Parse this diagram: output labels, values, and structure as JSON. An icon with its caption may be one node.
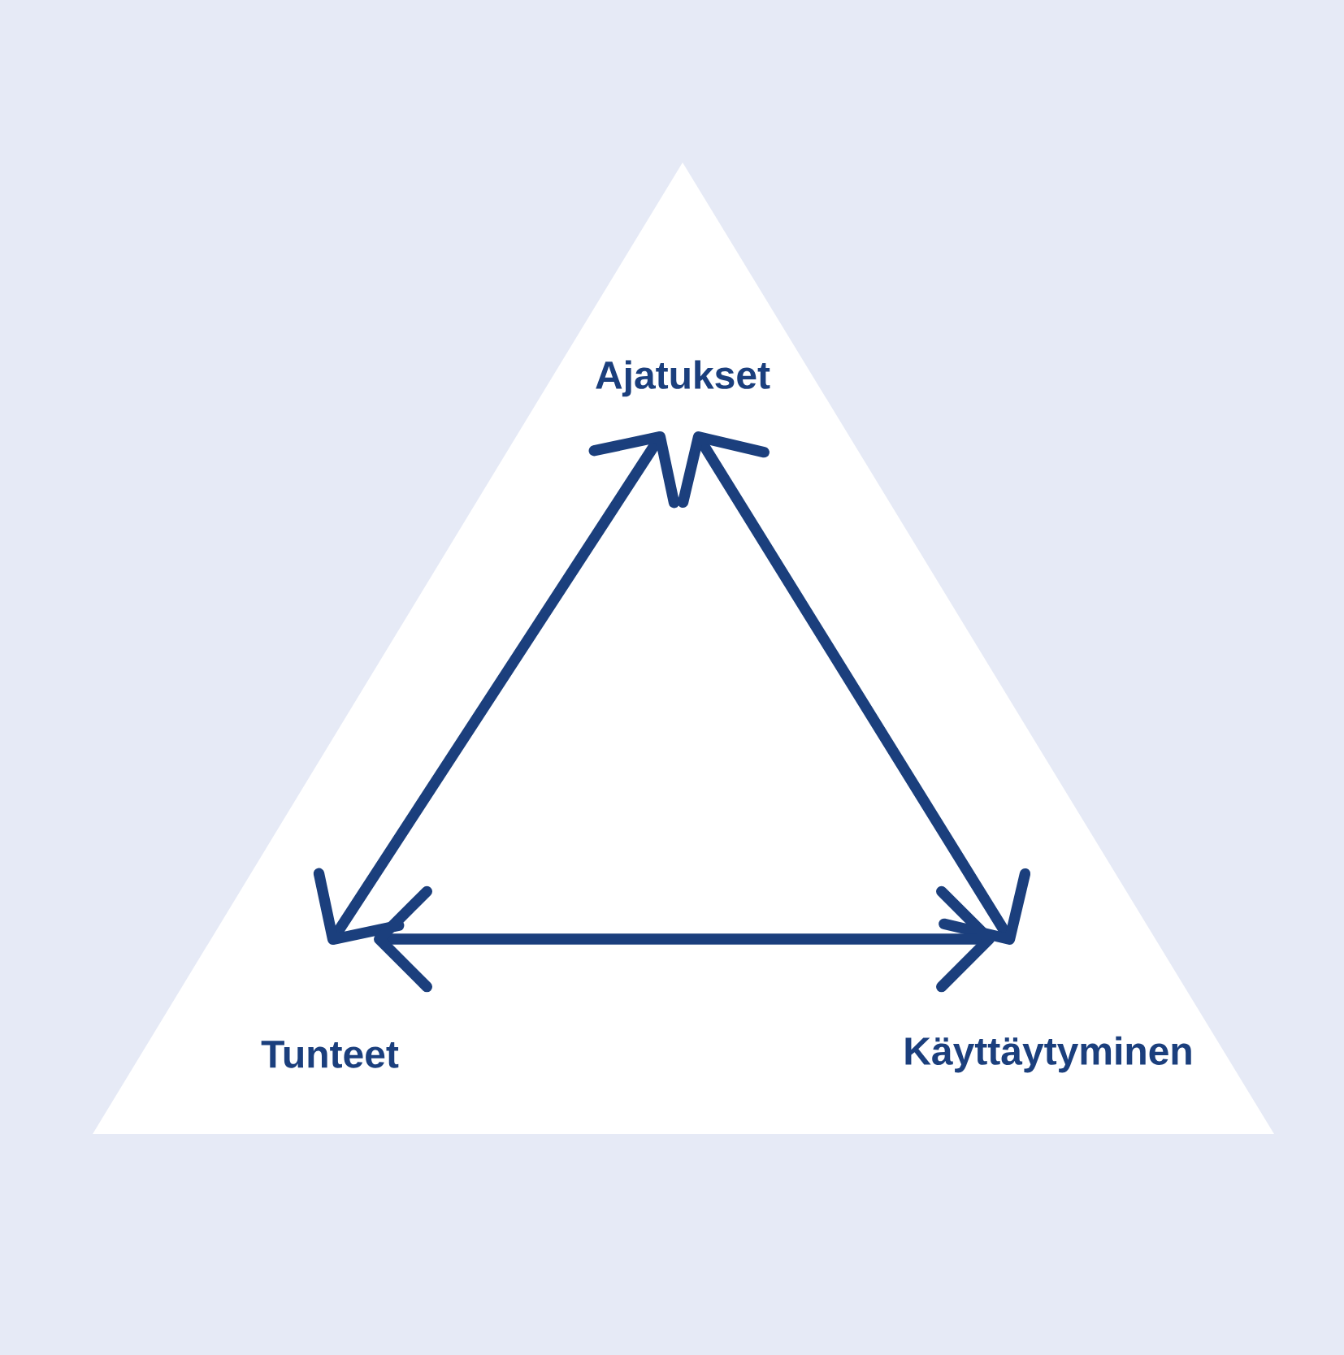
{
  "diagram": {
    "nodes": [
      {
        "text": [
          "Ajatukset"
        ]
      },
      {
        "text": [
          "Tunteet"
        ]
      },
      {
        "text": [
          "Käyttäytyminen"
        ]
      }
    ],
    "edges": [
      {
        "from": 0,
        "to": 1,
        "arrow": "both"
      },
      {
        "from": 0,
        "to": 2,
        "arrow": "both"
      },
      {
        "from": 1,
        "to": 2,
        "arrow": "both"
      }
    ]
  }
}
